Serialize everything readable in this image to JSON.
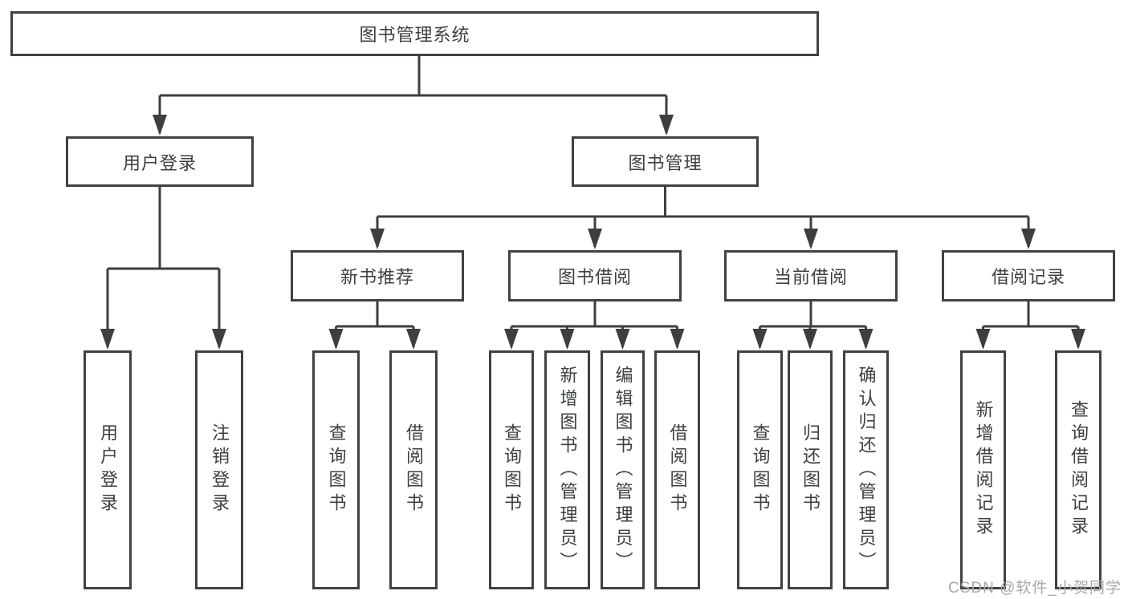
{
  "tree": {
    "label": "图书管理系统",
    "children": [
      {
        "label": "用户登录",
        "children": [
          {
            "label": "用户登录"
          },
          {
            "label": "注销登录"
          }
        ]
      },
      {
        "label": "图书管理",
        "children": [
          {
            "label": "新书推荐",
            "children": [
              {
                "label": "查询图书"
              },
              {
                "label": "借阅图书"
              }
            ]
          },
          {
            "label": "图书借阅",
            "children": [
              {
                "label": "查询图书"
              },
              {
                "label": "新增图书（管理员）"
              },
              {
                "label": "编辑图书（管理员）"
              },
              {
                "label": "借阅图书"
              }
            ]
          },
          {
            "label": "当前借阅",
            "children": [
              {
                "label": "查询图书"
              },
              {
                "label": "归还图书"
              },
              {
                "label": "确认归还（管理员）"
              }
            ]
          },
          {
            "label": "借阅记录",
            "children": [
              {
                "label": "新增借阅记录"
              },
              {
                "label": "查询借阅记录"
              }
            ]
          }
        ]
      }
    ]
  },
  "watermark": "CSDN @软件_小贺同学",
  "colors": {
    "background": "#ffffff",
    "box_border": "#414141",
    "line": "#3e3e3e",
    "text": "#3c4043",
    "watermark": "#a8a8a8"
  }
}
